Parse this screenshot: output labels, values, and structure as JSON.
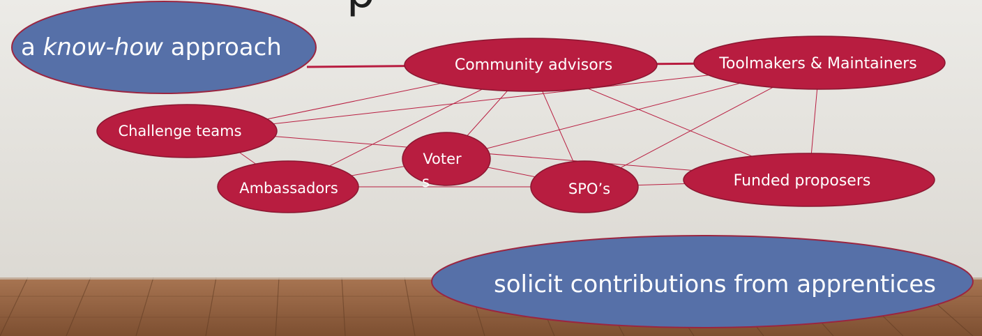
{
  "slide": {
    "title_fragment": "p",
    "background_color": "#e6e4df",
    "floor_color": "#9c6a45"
  },
  "callouts": {
    "top_left": {
      "prefix": "a ",
      "emphasis": "know-how",
      "suffix": " approach",
      "fill": "#5670a8"
    },
    "bottom_right": {
      "text": "solicit contributions from apprentices",
      "fill": "#5670a8"
    }
  },
  "network": {
    "node_fill": "#b81d40",
    "edge_color": "#b81d40",
    "nodes": [
      {
        "id": "community-advisors",
        "label": "Community advisors"
      },
      {
        "id": "toolmakers-maintainers",
        "label": "Toolmakers & Maintainers"
      },
      {
        "id": "challenge-teams",
        "label": "Challenge teams"
      },
      {
        "id": "voters",
        "label": "Voter",
        "label_wrap": "s"
      },
      {
        "id": "ambassadors",
        "label": "Ambassadors"
      },
      {
        "id": "spos",
        "label": "SPO’s"
      },
      {
        "id": "funded-proposers",
        "label": "Funded proposers"
      }
    ],
    "edges": [
      [
        "know-how-approach",
        "community-advisors"
      ],
      [
        "community-advisors",
        "toolmakers-maintainers"
      ],
      [
        "community-advisors",
        "challenge-teams"
      ],
      [
        "community-advisors",
        "ambassadors"
      ],
      [
        "community-advisors",
        "voters"
      ],
      [
        "community-advisors",
        "spos"
      ],
      [
        "community-advisors",
        "funded-proposers"
      ],
      [
        "toolmakers-maintainers",
        "challenge-teams"
      ],
      [
        "toolmakers-maintainers",
        "voters"
      ],
      [
        "toolmakers-maintainers",
        "spos"
      ],
      [
        "toolmakers-maintainers",
        "funded-proposers"
      ],
      [
        "challenge-teams",
        "ambassadors"
      ],
      [
        "challenge-teams",
        "funded-proposers"
      ],
      [
        "voters",
        "ambassadors"
      ],
      [
        "voters",
        "spos"
      ],
      [
        "ambassadors",
        "spos"
      ],
      [
        "spos",
        "funded-proposers"
      ]
    ]
  }
}
